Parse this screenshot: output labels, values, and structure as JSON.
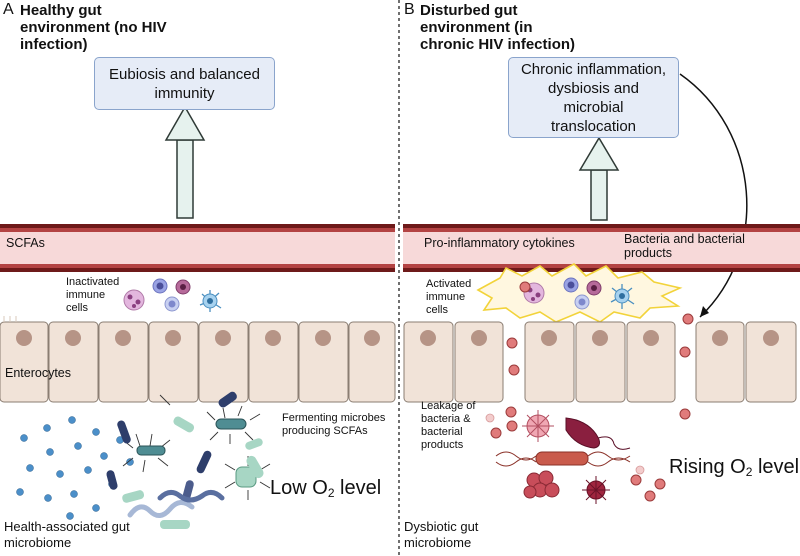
{
  "panel_a": {
    "letter": "A",
    "title": "Healthy gut\nenvironment (no HIV\ninfection)",
    "outcome": "Eubiosis and balanced\nimmunity",
    "mucosa_label": "SCFAs",
    "immune_label": "Inactivated\nimmune\ncells",
    "epithelium_label": "Enterocytes",
    "microbe_label": "Fermenting microbes\nproducing SCFAs",
    "o2_prefix": "Low O",
    "o2_sub": "2",
    "o2_suffix": " level",
    "microbiome_label": "Health-associated gut\nmicrobiome"
  },
  "panel_b": {
    "letter": "B",
    "title": "Disturbed gut\nenvironment (in\nchronic HIV infection)",
    "outcome": "Chronic inflammation,\ndysbiosis and\nmicrobial\ntranslocation",
    "cytokine_label": "Pro-inflammatory cytokines",
    "bacteria_label": "Bacteria and bacterial\nproducts",
    "immune_label": "Activated\nimmune\ncells",
    "leakage_label": "Leakage of\nbacteria &\nbacterial\nproducts",
    "o2_prefix": "Rising O",
    "o2_sub": "2",
    "o2_suffix": " level",
    "microbiome_label": "Dysbiotic gut\nmicrobiome"
  },
  "colors": {
    "mucosa_outer": "#6e1a1a",
    "mucosa_inner": "#f7d9d9",
    "arrow_fill": "#e6f2ee",
    "cell_fill": "#f1e3d8",
    "nucleus": "#b69486",
    "bacteria_red": "#e07b7b",
    "scfa_dot": "#4b8fc9"
  }
}
